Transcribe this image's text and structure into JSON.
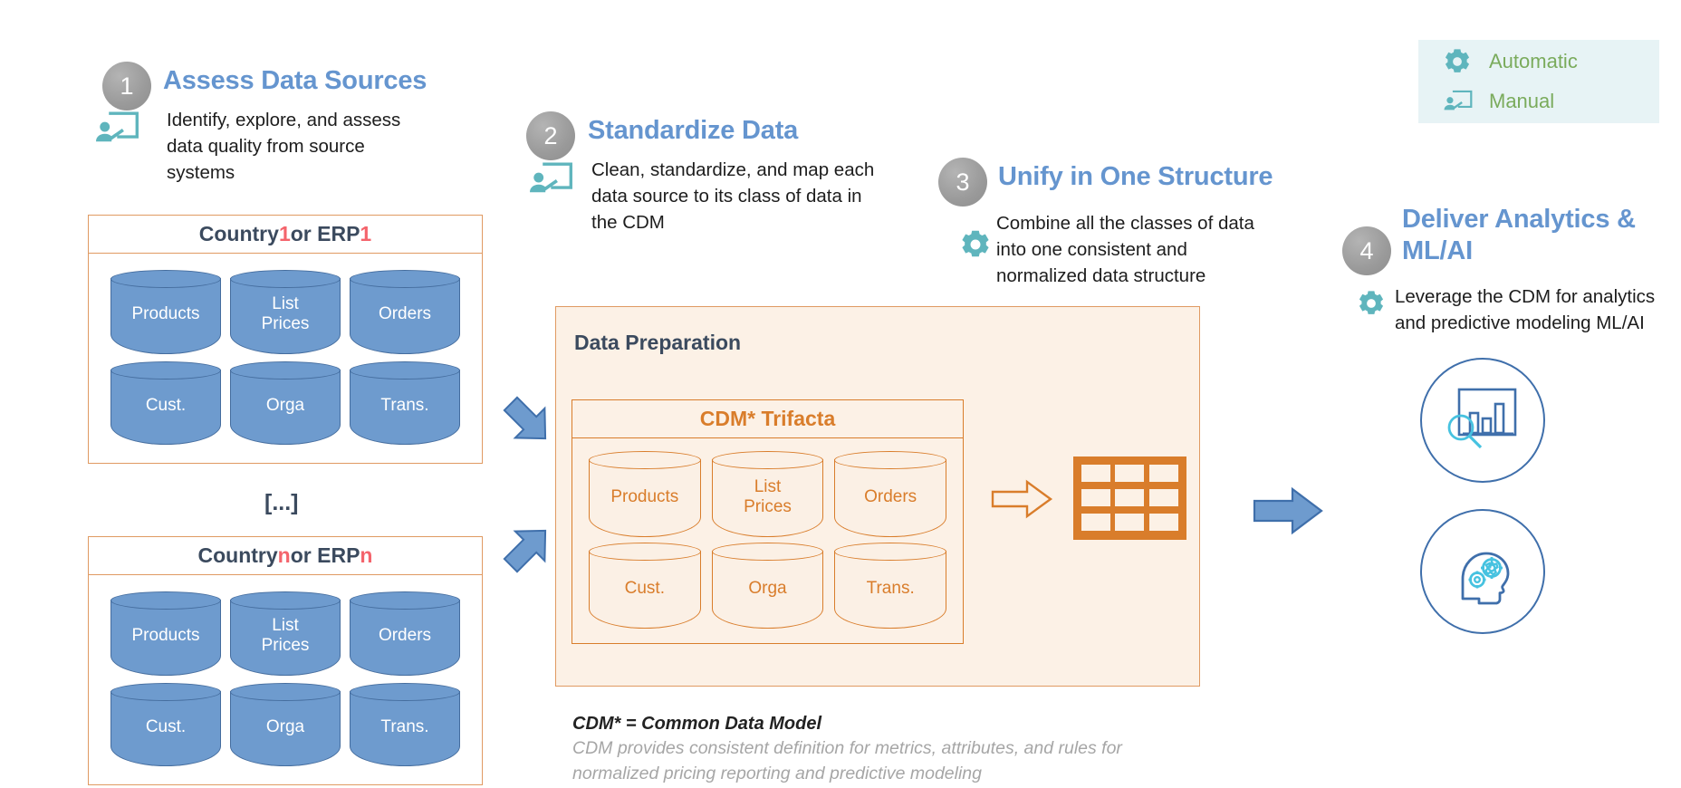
{
  "legend": {
    "bg": "#e7f3f5",
    "text_color": "#7aab5c",
    "items": [
      {
        "icon": "gear-icon",
        "label": "Automatic"
      },
      {
        "icon": "manual-presenter-icon",
        "label": "Manual"
      }
    ]
  },
  "steps": [
    {
      "number": "1",
      "title": "Assess Data Sources",
      "body": "Identify, explore, and assess\ndata quality from source\nsystems",
      "icon": "manual-presenter-icon"
    },
    {
      "number": "2",
      "title": "Standardize Data",
      "body": "Clean, standardize, and map each\ndata source to its class of data in\nthe CDM",
      "icon": "manual-presenter-icon"
    },
    {
      "number": "3",
      "title": "Unify in One Structure",
      "body": "Combine all the classes of data\ninto one consistent and\nnormalized data structure",
      "icon": "gear-icon"
    },
    {
      "number": "4",
      "title": "Deliver Analytics &\nML/AI",
      "body": "Leverage the CDM for analytics\nand predictive modeling ML/AI",
      "icon": "gear-icon"
    }
  ],
  "sources": [
    {
      "header_prefix": "Country ",
      "header_index": "1",
      "header_middle": " or ERP ",
      "header_index2": "1",
      "datasets": [
        "Products",
        "List\nPrices",
        "Orders",
        "Cust.",
        "Orga",
        "Trans."
      ]
    },
    {
      "header_prefix": "Country ",
      "header_index": "n",
      "header_middle": " or ERP ",
      "header_index2": "n",
      "datasets": [
        "Products",
        "List\nPrices",
        "Orders",
        "Cust.",
        "Orga",
        "Trans."
      ]
    }
  ],
  "separator": "[...]",
  "preparation": {
    "title": "Data Preparation",
    "cdm_title": "CDM* Trifacta",
    "datasets": [
      "Products",
      "List\nPrices",
      "Orders",
      "Cust.",
      "Orga",
      "Trans."
    ],
    "output_icon": "table-grid-icon",
    "inner_arrow_icon": "arrow-right-outline-icon"
  },
  "footnote": {
    "title": "CDM* = Common Data Model",
    "body": "CDM provides consistent definition for metrics, attributes, and rules for\nnormalized pricing reporting and predictive modeling"
  },
  "results": [
    {
      "icon": "analytics-chart-magnifier-icon"
    },
    {
      "icon": "head-gears-ai-icon"
    }
  ],
  "arrows": {
    "to_prep_top": "arrow-down-right-icon",
    "to_prep_bottom": "arrow-up-right-icon",
    "to_results": "arrow-right-icon"
  },
  "colors": {
    "step_title": "#6595cf",
    "step_number_bg": "#9a9a9a",
    "source_border": "#e09a62",
    "cylinder_blue": "#6e9bce",
    "cdm_orange": "#d97d2b",
    "prep_bg": "#fcf1e6",
    "accent_red": "#f4646c",
    "teal_icon": "#5fb5bd",
    "arrow_blue": "#6e9bce",
    "legend_green": "#7aab5c",
    "dark_navy": "#3b4a5e"
  }
}
